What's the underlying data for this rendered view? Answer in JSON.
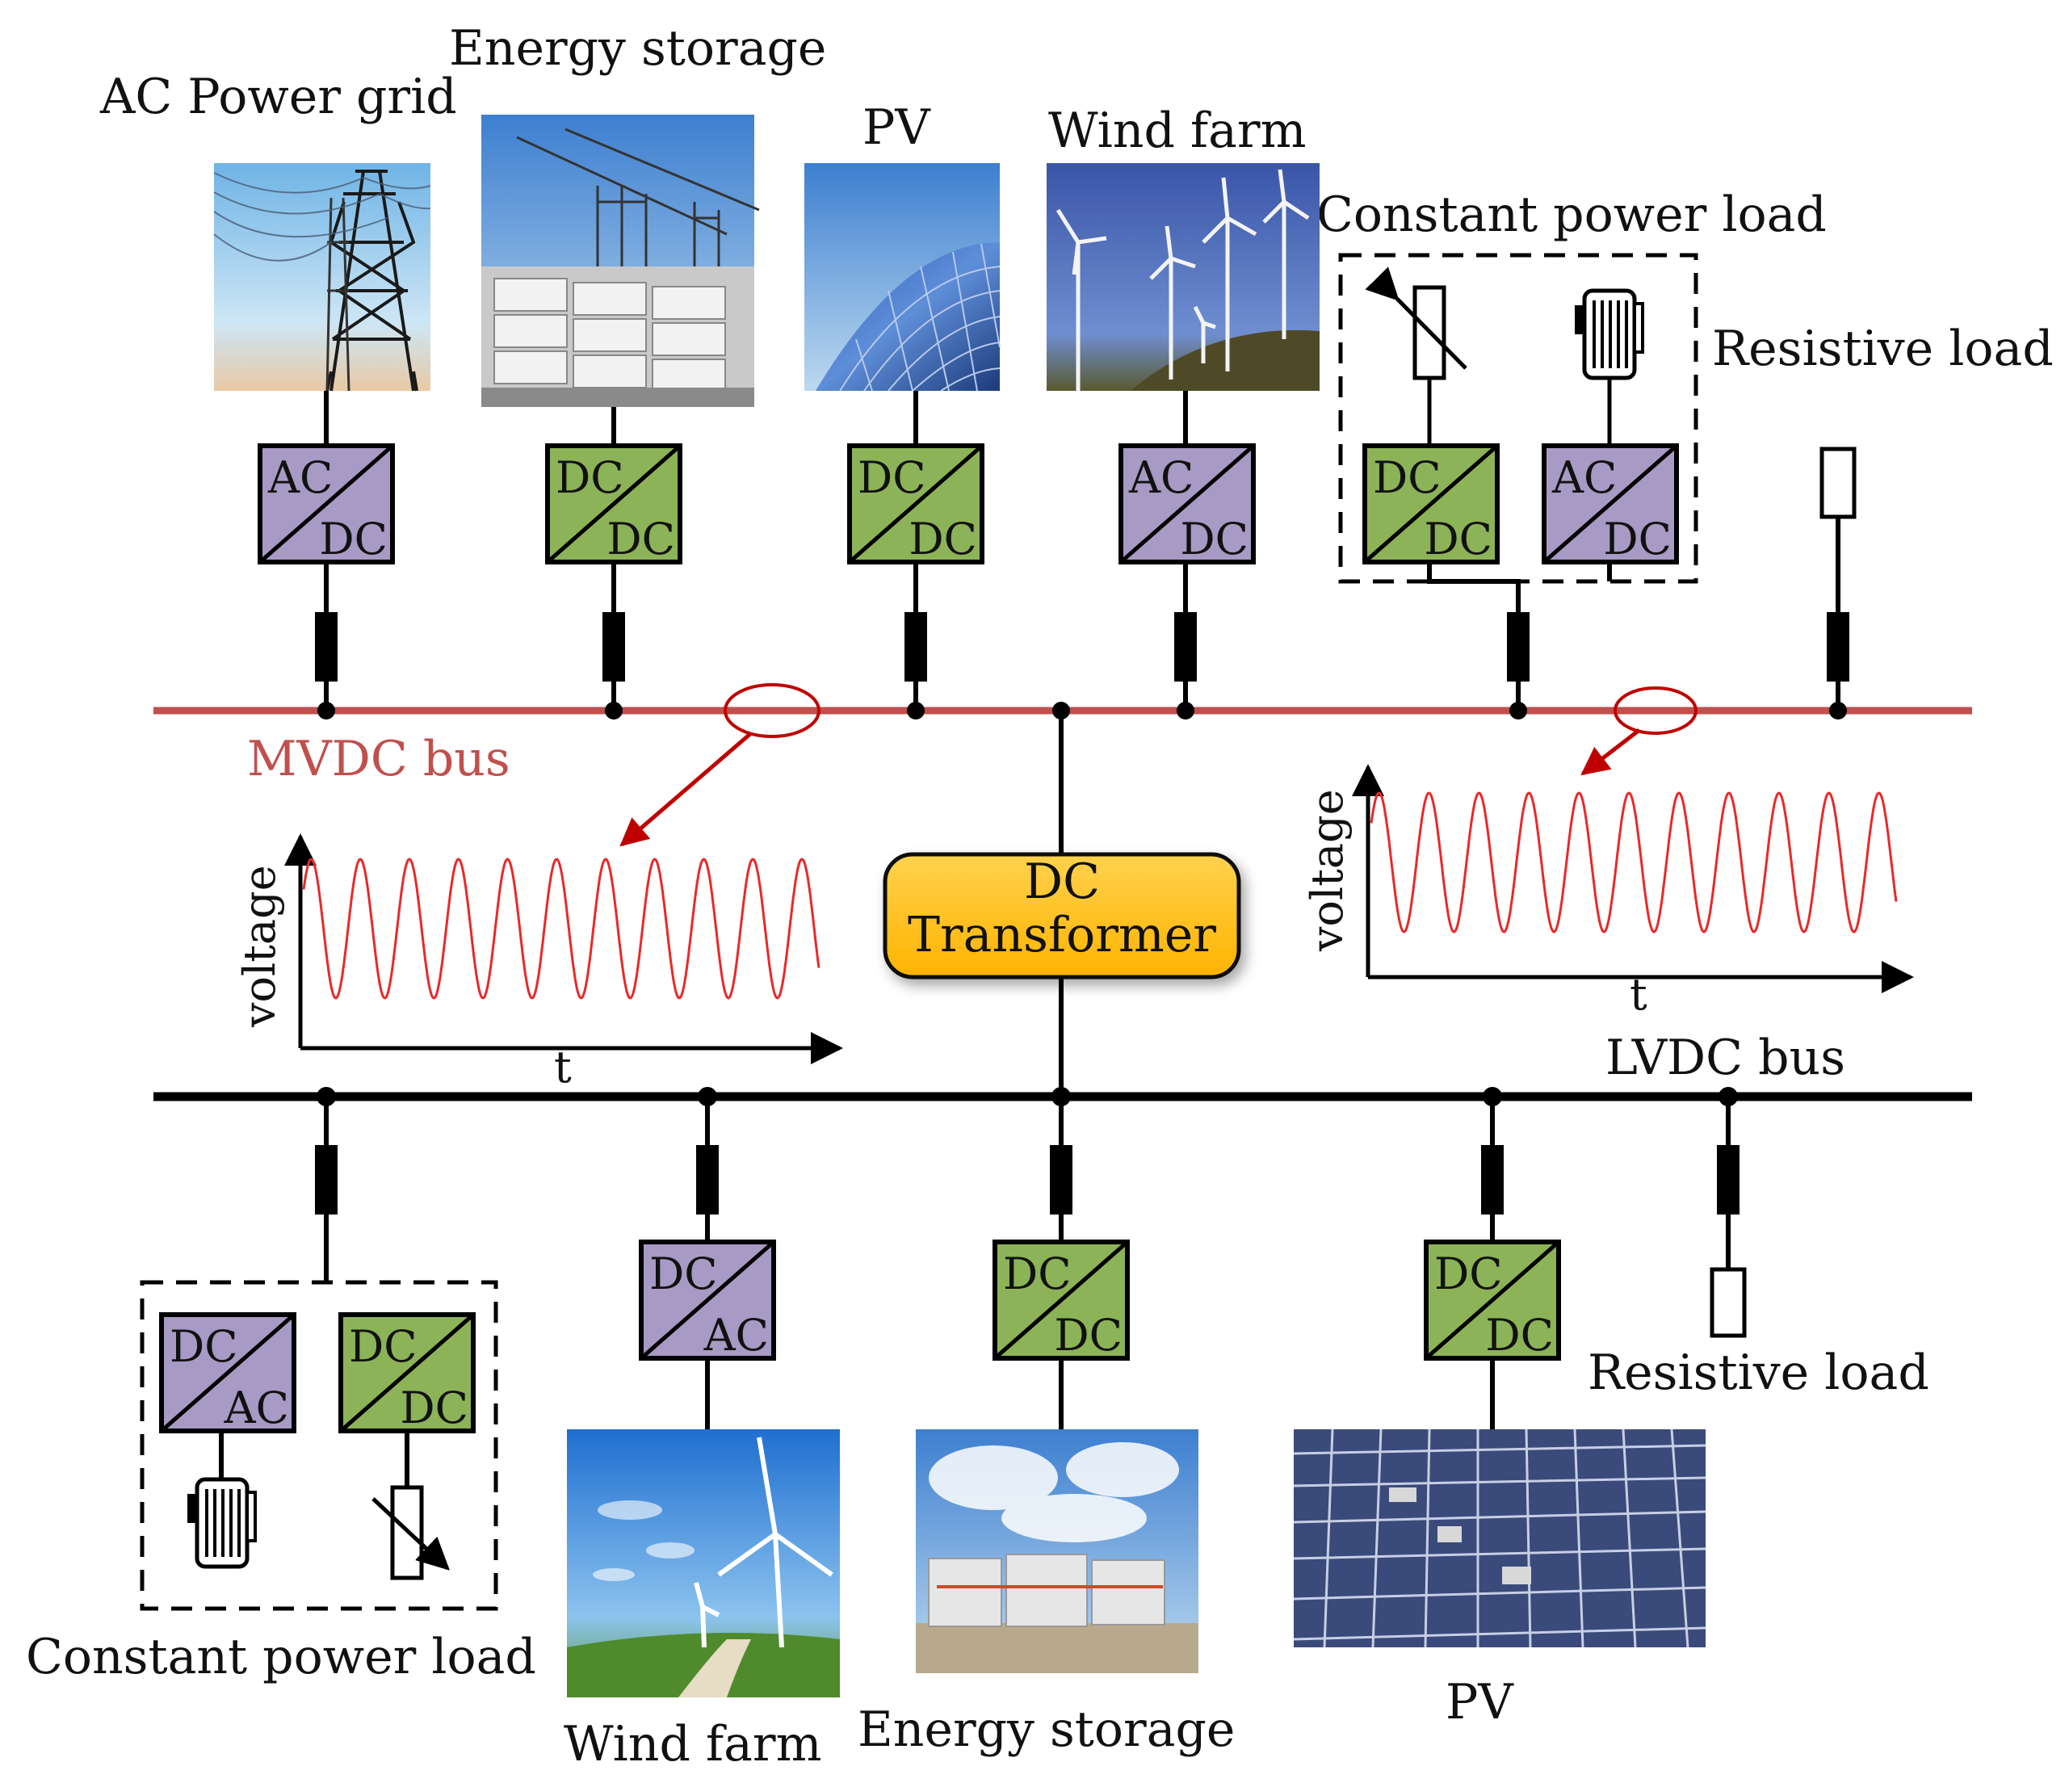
{
  "colors": {
    "mvdc_bus": "#c0504d",
    "lvdc_bus": "#000000",
    "ac_converter": "#a79ac4",
    "dc_converter": "#8cb357",
    "transformer": "#ffc000",
    "waveform": "#e8292a",
    "arrow": "#c00000"
  },
  "labels": {
    "ac_power_grid": "AC Power grid",
    "energy_storage_top": "Energy storage",
    "pv_top": "PV",
    "wind_farm_top": "Wind farm",
    "constant_power_load_top": "Constant power load",
    "resistive_load_top": "Resistive load",
    "mvdc_bus": "MVDC bus",
    "lvdc_bus": "LVDC bus",
    "transformer_line1": "DC",
    "transformer_line2": "Transformer",
    "constant_power_load_bottom": "Constant power load",
    "wind_farm_bottom": "Wind farm",
    "energy_storage_bottom": "Energy storage",
    "pv_bottom": "PV",
    "resistive_load_bottom": "Resistive load"
  },
  "left_plot": {
    "ylabel": "voltage",
    "xlabel": "t"
  },
  "right_plot": {
    "ylabel": "voltage",
    "xlabel": "t"
  },
  "top_converters": [
    {
      "id": "grid",
      "top": "AC",
      "bottom": "DC",
      "kind": "ac",
      "photo": "transmission-tower-photo"
    },
    {
      "id": "storage",
      "top": "DC",
      "bottom": "DC",
      "kind": "dc",
      "photo": "battery-station-photo"
    },
    {
      "id": "pv",
      "top": "DC",
      "bottom": "DC",
      "kind": "dc",
      "photo": "solar-panel-photo"
    },
    {
      "id": "wind",
      "top": "AC",
      "bottom": "DC",
      "kind": "ac",
      "photo": "wind-turbine-photo"
    },
    {
      "id": "cpl-dc",
      "top": "DC",
      "bottom": "DC",
      "kind": "dc",
      "photo": ""
    },
    {
      "id": "cpl-ac",
      "top": "AC",
      "bottom": "DC",
      "kind": "ac",
      "photo": ""
    }
  ],
  "bottom_converters": [
    {
      "id": "cpl-ac",
      "top": "DC",
      "bottom": "AC",
      "kind": "ac"
    },
    {
      "id": "cpl-dc",
      "top": "DC",
      "bottom": "DC",
      "kind": "dc"
    },
    {
      "id": "wind",
      "top": "DC",
      "bottom": "AC",
      "kind": "ac"
    },
    {
      "id": "storage",
      "top": "DC",
      "bottom": "DC",
      "kind": "dc"
    },
    {
      "id": "pv",
      "top": "DC",
      "bottom": "DC",
      "kind": "dc"
    }
  ]
}
